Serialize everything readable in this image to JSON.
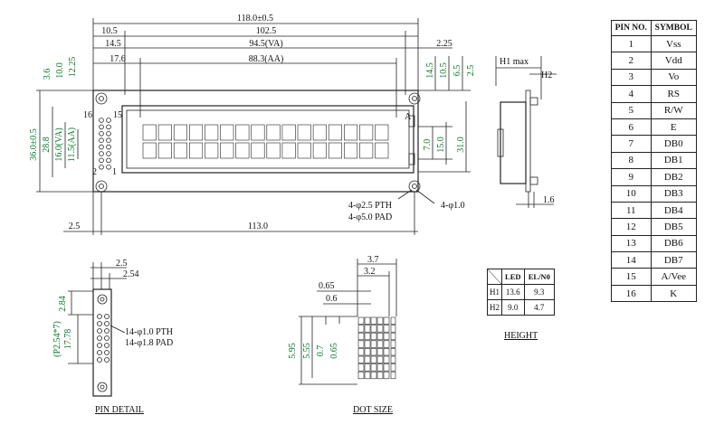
{
  "front_view": {
    "dims_top": {
      "overall": "118.0±0.5",
      "mount_pitch": "102.5",
      "offset_left": "10.5",
      "va_offset": "14.5",
      "va_width": "94.5(VA)",
      "right_offset": "2.25",
      "aa_offset": "17.6",
      "aa_width": "88.3(AA)"
    },
    "dims_left": [
      "3.6",
      "10.0",
      "12.25"
    ],
    "dims_left_vert": [
      "36.0±0.5",
      "28.8",
      "16.0(VA)",
      "11.5(AA)"
    ],
    "dims_right_top": [
      "14.5",
      "10.5",
      "6.5",
      "2.5"
    ],
    "dims_right_vert": [
      "7.0",
      "15.0",
      "31.0"
    ],
    "pin_labels": [
      "16",
      "15",
      "2",
      "1"
    ],
    "notes": [
      "4-φ2.5 PTH",
      "4-φ5.0 PAD",
      "4-φ1.0"
    ],
    "dims_bottom": [
      "2.5",
      "113.0"
    ]
  },
  "side_view": {
    "labels": [
      "H1 max",
      "H2",
      "1.6"
    ]
  },
  "pin_detail": {
    "dims": [
      "2.5",
      "2.54",
      "2.84",
      "(P2.54*7)",
      "17.78"
    ],
    "notes": [
      "14-φ1.0 PTH",
      "14-φ1.8 PAD"
    ],
    "caption": "PIN DETAIL"
  },
  "dot_size": {
    "dims": [
      "3.7",
      "3.2",
      "0.65",
      "0.6"
    ],
    "dims_vert": [
      "5.95",
      "5.55",
      "0.7",
      "0.65"
    ],
    "caption": "DOT SIZE"
  },
  "height_table": {
    "headers": [
      "",
      "LED",
      "EL/N0"
    ],
    "rows": [
      {
        "label": "H1",
        "led": "13.6",
        "el": "9.3"
      },
      {
        "label": "H2",
        "led": "9.0",
        "el": "4.7"
      }
    ],
    "caption": "HEIGHT"
  },
  "pin_table": {
    "headers": [
      "PIN NO.",
      "SYMBOL"
    ],
    "rows": [
      {
        "pin": "1",
        "symbol": "Vss"
      },
      {
        "pin": "2",
        "symbol": "Vdd"
      },
      {
        "pin": "3",
        "symbol": "Vo"
      },
      {
        "pin": "4",
        "symbol": "RS"
      },
      {
        "pin": "5",
        "symbol": "R/W"
      },
      {
        "pin": "6",
        "symbol": "E"
      },
      {
        "pin": "7",
        "symbol": "DB0"
      },
      {
        "pin": "8",
        "symbol": "DB1"
      },
      {
        "pin": "9",
        "symbol": "DB2"
      },
      {
        "pin": "10",
        "symbol": "DB3"
      },
      {
        "pin": "11",
        "symbol": "DB4"
      },
      {
        "pin": "12",
        "symbol": "DB5"
      },
      {
        "pin": "13",
        "symbol": "DB6"
      },
      {
        "pin": "14",
        "symbol": "DB7"
      },
      {
        "pin": "15",
        "symbol": "A/Vee"
      },
      {
        "pin": "16",
        "symbol": "K"
      }
    ]
  }
}
